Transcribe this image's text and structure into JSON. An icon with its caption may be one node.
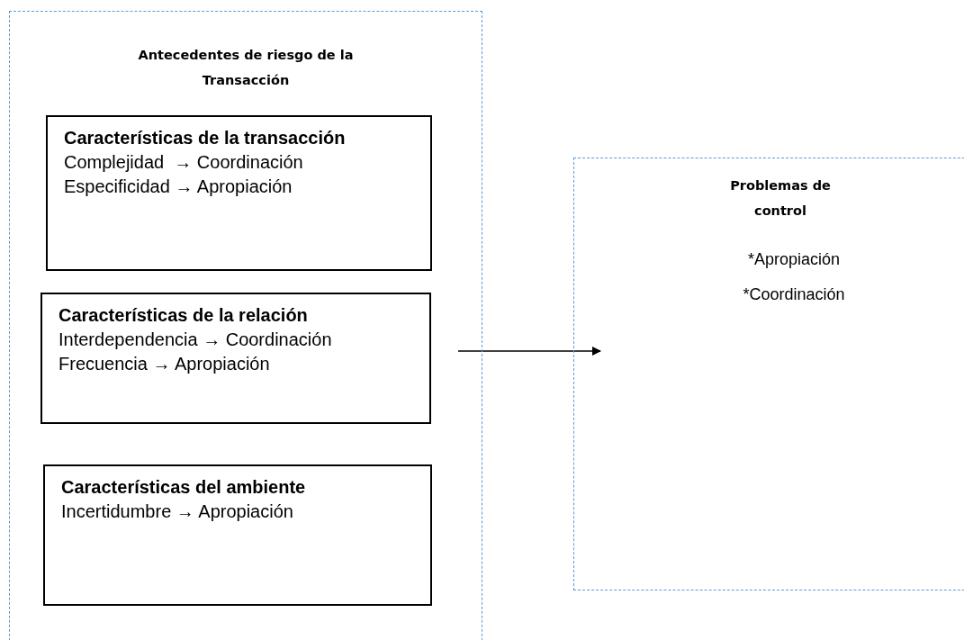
{
  "diagram": {
    "nodes": [
      {
        "text": [
          "Antecedentes de riesgo de la Transacción"
        ]
      },
      {
        "text": [
          "Características de la transacción",
          "Complejidad  → Coordinación",
          "Especificidad → Apropiación"
        ],
        "in": 0
      },
      {
        "text": [
          "Características de la relación",
          "Interdependencia → Coordinación",
          "Frecuencia → Apropiación"
        ],
        "in": 0
      },
      {
        "text": [
          "Características del ambiente",
          "Incertidumbre → Apropiación"
        ],
        "in": 0
      },
      {
        "text": [
          "Problemas de control",
          "*Apropiación",
          "*Coordinación"
        ]
      }
    ],
    "edges": [
      {
        "from": 0,
        "to": 4,
        "arrow": "to"
      }
    ]
  }
}
